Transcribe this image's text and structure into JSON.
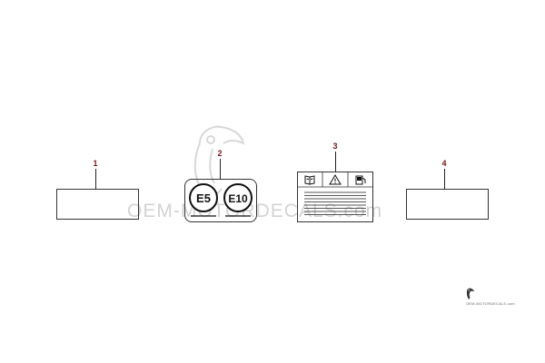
{
  "diagram": {
    "parts": [
      {
        "callout": "1",
        "label_text": ""
      },
      {
        "callout": "2",
        "label_text": "",
        "badges": [
          "E5",
          "E10"
        ]
      },
      {
        "callout": "3",
        "label_text": ""
      },
      {
        "callout": "4",
        "label_text": ""
      }
    ],
    "accent_color": "#7a1515",
    "icons": [
      "toucan-logo-icon",
      "book-icon",
      "warning-triangle-icon",
      "fuel-pump-icon"
    ]
  },
  "watermark": {
    "text": "OEM-MOTORDECALS.com"
  },
  "footer": {
    "text": "OEM-MOTORDECALS.com"
  }
}
